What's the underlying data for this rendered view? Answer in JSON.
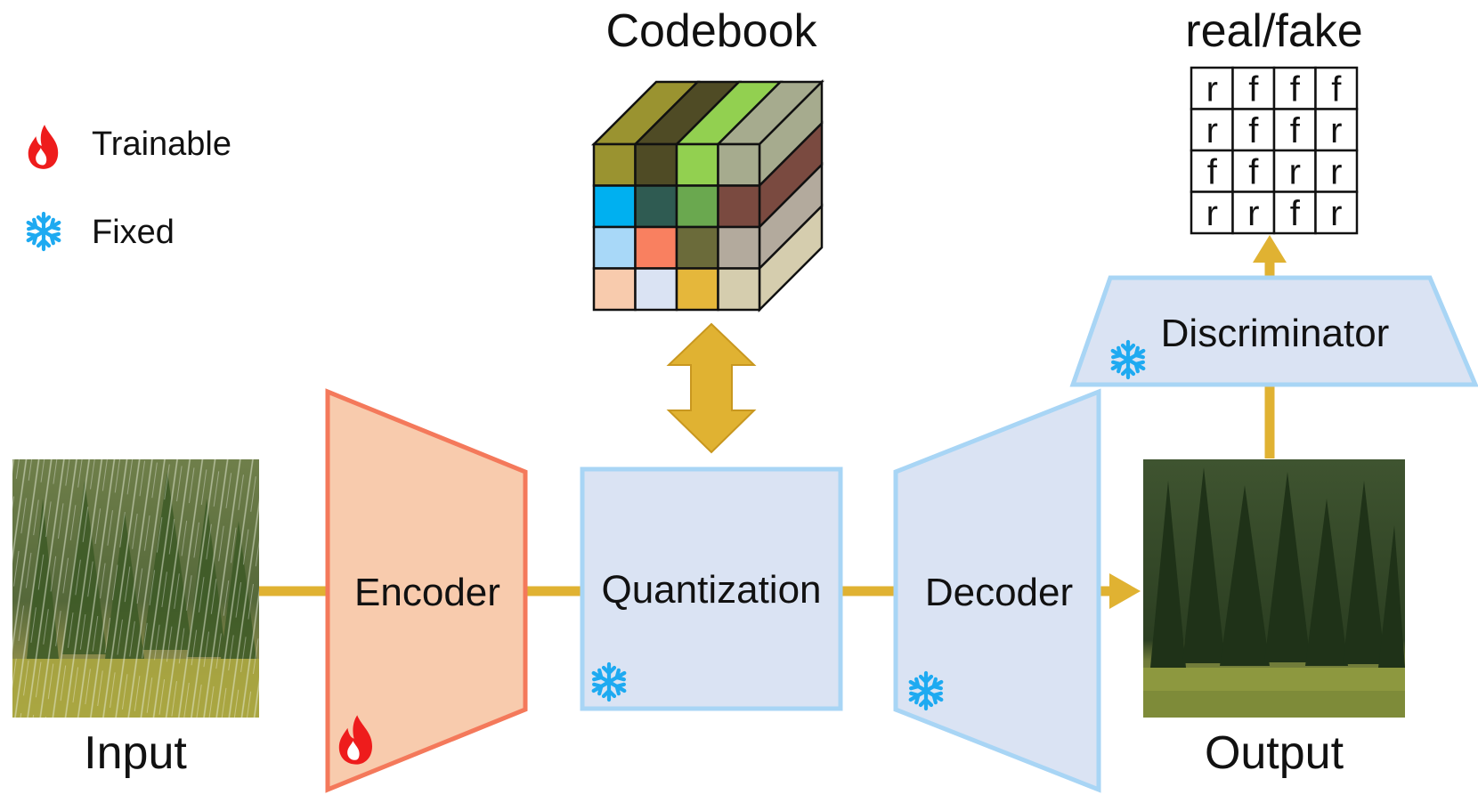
{
  "legend": {
    "trainable_label": "Trainable",
    "fixed_label": "Fixed"
  },
  "labels": {
    "input": "Input",
    "output": "Output",
    "codebook": "Codebook",
    "real_fake": "real/fake"
  },
  "blocks": {
    "encoder": "Encoder",
    "quantization": "Quantization",
    "decoder": "Decoder",
    "discriminator": "Discriminator"
  },
  "grid": {
    "rows": [
      [
        "r",
        "f",
        "f",
        "f"
      ],
      [
        "r",
        "f",
        "f",
        "r"
      ],
      [
        "f",
        "f",
        "r",
        "r"
      ],
      [
        "r",
        "r",
        "f",
        "r"
      ]
    ]
  },
  "codebook_colors": {
    "front": [
      [
        "#9a9330",
        "#4f4b25",
        "#92d050",
        "#a6ab8e"
      ],
      [
        "#00b0f0",
        "#2f5b52",
        "#6aa84f",
        "#7a4a40"
      ],
      [
        "#a8d8f8",
        "#f98060",
        "#6b6b3a",
        "#b3aa9d"
      ],
      [
        "#f8cbad",
        "#dae3f3",
        "#e5b73b",
        "#d5cdae"
      ]
    ],
    "top": [
      "#9a9330",
      "#4f4b25",
      "#92d050",
      "#a6ab8e"
    ],
    "side": [
      "#a6ab8e",
      "#7a4a40",
      "#b3aa9d",
      "#d5cdae"
    ]
  },
  "colors": {
    "arrow": "#e0b232",
    "arrow_dark": "#c8971f",
    "trainable_fill": "#f8cbad",
    "trainable_stroke": "#f4795b",
    "fixed_fill": "#dae3f3",
    "fixed_stroke": "#a8d5f5",
    "flame": "#ee1c1c",
    "snowflake": "#1eaaf1"
  }
}
